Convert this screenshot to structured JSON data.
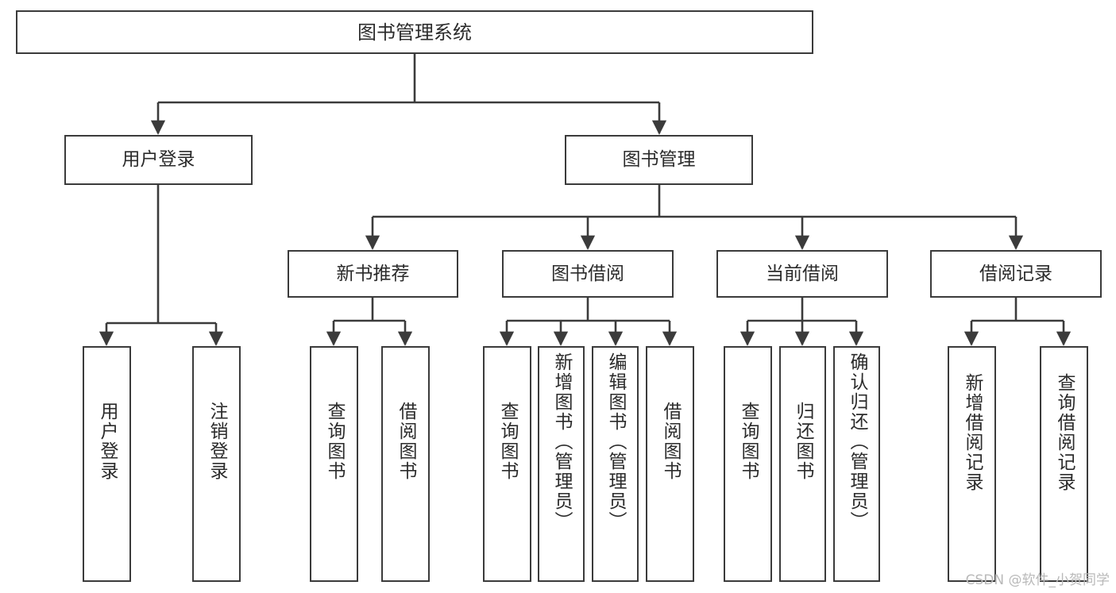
{
  "diagram": {
    "title": "图书管理系统",
    "type": "tree-hierarchy-diagram",
    "watermark": "CSDN @软件_小贺同学",
    "colors": {
      "box_border": "#3b3b3b",
      "box_fill": "#ffffff",
      "connector": "#3b3b3b",
      "text": "#2b2b2b",
      "watermark": "#b9b9b9",
      "background": "#ffffff"
    }
  },
  "nodes": {
    "root": {
      "label": "图书管理系统"
    },
    "level2": [
      {
        "id": "user-login",
        "label": "用户登录"
      },
      {
        "id": "book-management",
        "label": "图书管理"
      }
    ],
    "level3": [
      {
        "id": "new-book-recommend",
        "label": "新书推荐"
      },
      {
        "id": "book-borrow",
        "label": "图书借阅"
      },
      {
        "id": "current-borrow",
        "label": "当前借阅"
      },
      {
        "id": "borrow-record",
        "label": "借阅记录"
      }
    ],
    "leaves": {
      "user-login": [
        {
          "id": "leaf-user-login",
          "label": "用户登录"
        },
        {
          "id": "leaf-logout",
          "label": "注销登录"
        }
      ],
      "new-book-recommend": [
        {
          "id": "leaf-query-book-1",
          "label": "查询图书"
        },
        {
          "id": "leaf-borrow-book-1",
          "label": "借阅图书"
        }
      ],
      "book-borrow": [
        {
          "id": "leaf-query-book-2",
          "label": "查询图书"
        },
        {
          "id": "leaf-add-book",
          "label": "新增图书（管理员）"
        },
        {
          "id": "leaf-edit-book",
          "label": "编辑图书（管理员）"
        },
        {
          "id": "leaf-borrow-book-2",
          "label": "借阅图书"
        }
      ],
      "current-borrow": [
        {
          "id": "leaf-query-book-3",
          "label": "查询图书"
        },
        {
          "id": "leaf-return-book",
          "label": "归还图书"
        },
        {
          "id": "leaf-confirm-return",
          "label": "确认归还（管理员）"
        }
      ],
      "borrow-record": [
        {
          "id": "leaf-add-record",
          "label": "新增借阅记录"
        },
        {
          "id": "leaf-query-record",
          "label": "查询借阅记录"
        }
      ]
    }
  }
}
